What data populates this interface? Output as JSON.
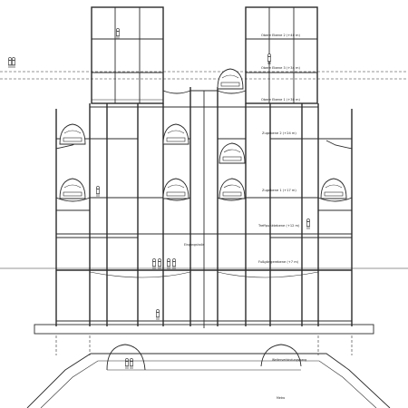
{
  "labels": {
    "level_upper_2": "Obere Ebene 2 (+40 m)",
    "level_upper_3": "Obere Ebene 3 (+34 m)",
    "level_upper_1": "Obere Ebene 1 (+30 m)",
    "train_level_2": "Zugebene 2 (+24 m)",
    "train_level_1": "Zugebene 1 (+17 m)",
    "transfer_level": "Treffpunktebene (+12 m)",
    "concourse_level": "Fußgängerebene (+7 m)",
    "entrance_hall": "Eingangshalle",
    "connecting_tunnel": "Weiterverbindungsgang",
    "bottom_text": "Metro"
  },
  "colors": {
    "line": "#2b2b2b",
    "background": "#ffffff"
  }
}
